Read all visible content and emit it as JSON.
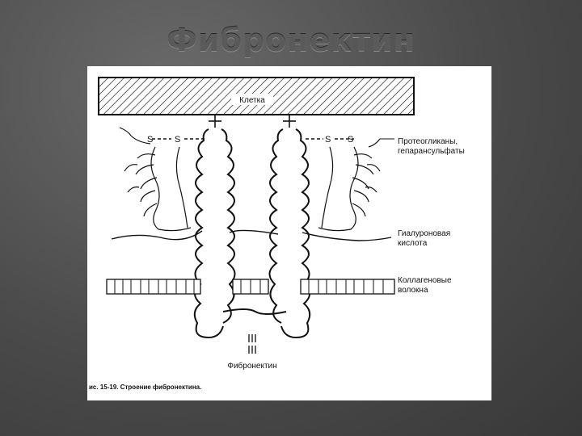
{
  "slide": {
    "title": "Фибронектин"
  },
  "diagram": {
    "cell_label": "Клетка",
    "disulfide_label": "S",
    "proteoglycans_line1": "Протеогликаны,",
    "proteoglycans_line2": "гепарансульфаты",
    "hyaluronic_line1": "Гиалуроновая",
    "hyaluronic_line2": "кислота",
    "collagen_line1": "Коллагеновые",
    "collagen_line2": "волокна",
    "fibronectin_label": "Фибронектин",
    "caption": "ис. 15-19. Строение фибронектина."
  }
}
